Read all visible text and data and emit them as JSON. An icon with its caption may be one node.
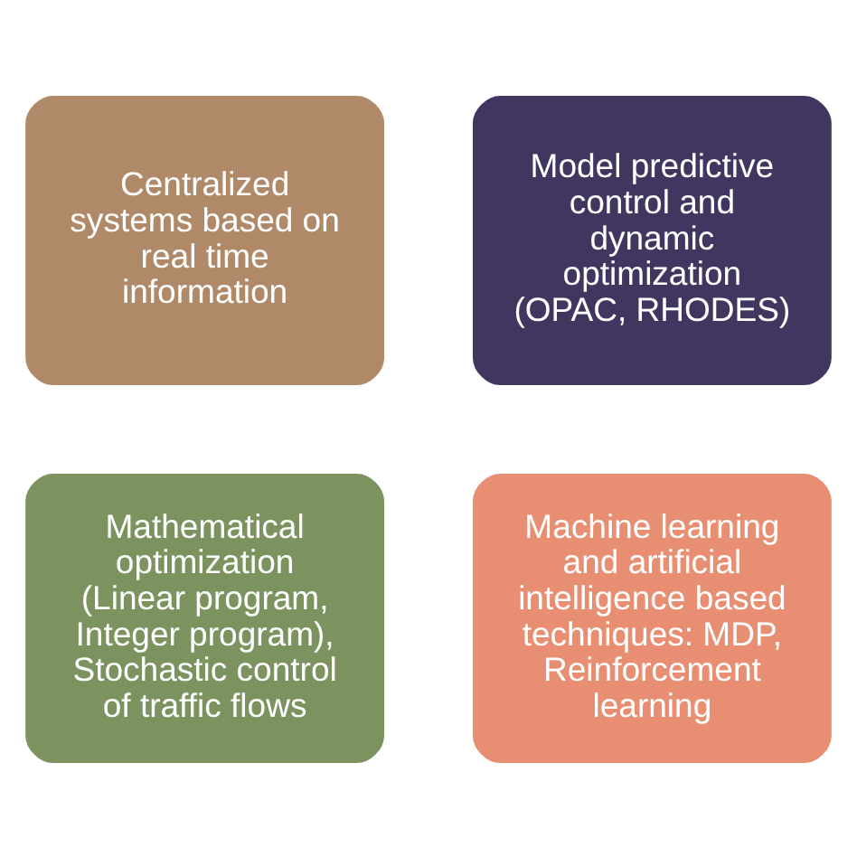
{
  "diagram": {
    "nodes": [
      {
        "text": [
          "Centralized systems based on real time information"
        ]
      },
      {
        "text": [
          "Model predictive control and dynamic optimization (OPAC, RHODES)"
        ]
      },
      {
        "text": [
          "Mathematical optimization (Linear program, Integer program), Stochastic control of traffic flows"
        ]
      },
      {
        "text": [
          "Machine learning and artificial intelligence based techniques: MDP, Reinforcement learning"
        ]
      }
    ]
  }
}
